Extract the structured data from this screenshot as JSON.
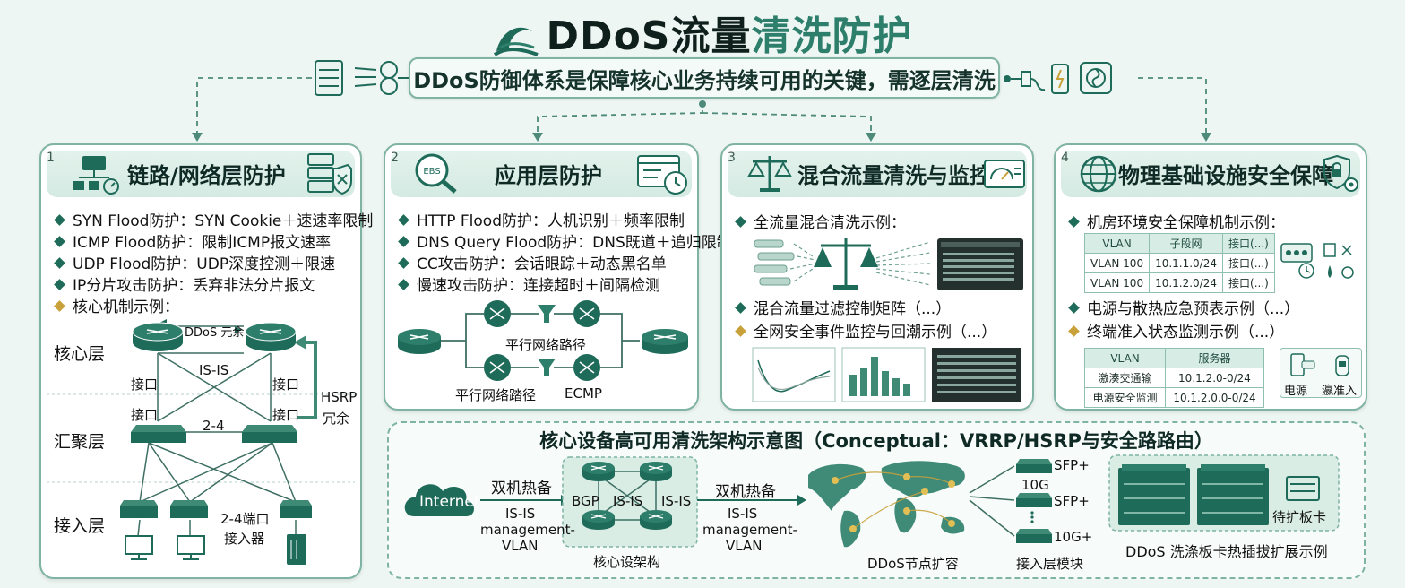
{
  "title": {
    "part1": "DDoS流量",
    "part2": "清洗防护"
  },
  "subtitle": "DDoS防御体系是保障核心业务持续可用的关键，需逐层清洗",
  "panels": [
    {
      "num": "1",
      "title": "链路/网络层防护",
      "bullets": [
        "SYN Flood防护：SYN Cookie＋速速率限制",
        "ICMP Flood防护：限制ICMP报文速率",
        "UDP Flood防护：UDP深度控测＋限速",
        "IP分片攻击防护：丢弃非法分片报文",
        "核心机制示例："
      ],
      "diagram": {
        "layer_core": "核心层",
        "layer_agg": "汇聚层",
        "layer_access": "接入层",
        "ddos_redundant": "DDoS 元余",
        "isis": "IS-IS",
        "port_a": "接口",
        "port_b": "接口",
        "port_c": "接口",
        "port_d": "接口",
        "agg_link": "2-4",
        "hsrp": "HSRP",
        "hsrp_sub": "冗余",
        "access_port": "2-4端口",
        "access_dev": "接入器"
      }
    },
    {
      "num": "2",
      "title": "应用层防护",
      "icon_text": "EBS",
      "bullets": [
        "HTTP Flood防护：人机识别＋频率限制",
        "DNS Query Flood防护：DNS既道＋追归限制",
        "CC攻击防护：会话眼踪＋动态黑名单",
        "慢速攻击防护：连接超时＋间隔检测"
      ],
      "diagram": {
        "path1": "平行网络路径",
        "path2": "平行网络踏径",
        "ecmp": "ECMP"
      }
    },
    {
      "num": "3",
      "title": "混合流量清洗与监控",
      "bullets": [
        "全流量混合清洗示例：",
        "混合流量过滤控制矩阵（...）",
        "全网安全事件监控与回潮示例（...）"
      ]
    },
    {
      "num": "4",
      "title": "物理基础设施安全保障",
      "bullets": [
        "机房环境安全保障机制示例：",
        "电源与散热应急预表示例（...）",
        "终端准入状态监测示例（...）"
      ],
      "table1": {
        "headers": [
          "VLAN",
          "子段网",
          "接口(...)"
        ],
        "rows": [
          [
            "VLAN 100",
            "10.1.1.0/24",
            "接口(...)"
          ],
          [
            "VLAN 100",
            "10.1.2.0/24",
            "接口(...)"
          ]
        ]
      },
      "table2": {
        "headers": [
          "VLAN",
          "服务器"
        ],
        "rows": [
          [
            "激湊交通输",
            "10.1.2.0-0/24"
          ],
          [
            "电源安全监测",
            "10.1.2.0.0-0/24"
          ]
        ]
      },
      "icon_labels": [
        "电源",
        "瀛准入"
      ]
    }
  ],
  "bottom": {
    "title": "核心设备高可用清洗架构示意图（Conceptual：VRRP/HSRP与安全路路由）",
    "internet": "Internet",
    "hot_standby_1": "双机热备",
    "isis_mgmt_1": [
      "IS-IS",
      "management-",
      "VLAN"
    ],
    "bgp": "BGP",
    "isis_a": "IS-IS",
    "isis_b": "IS-IS",
    "core_arch": "核心设架构",
    "hot_standby_2": "双机热备",
    "isis_mgmt_2": [
      "IS-IS",
      "management-",
      "VLAN"
    ],
    "node_expand": "DDoS节点扩容",
    "sfp1": "SFP+",
    "g10a": "10G",
    "sfp2": "SFP+",
    "g10b": "10G+",
    "access_module": "接入层模块",
    "expansion_card": "待扩板卡",
    "hotplug": "DDoS 洗涤板卡热插拔扩展示例"
  },
  "colors": {
    "teal": "#1f6b5a",
    "mint": "#e6f3ee",
    "gold": "#c9a13a",
    "line": "#7fb3a4"
  }
}
